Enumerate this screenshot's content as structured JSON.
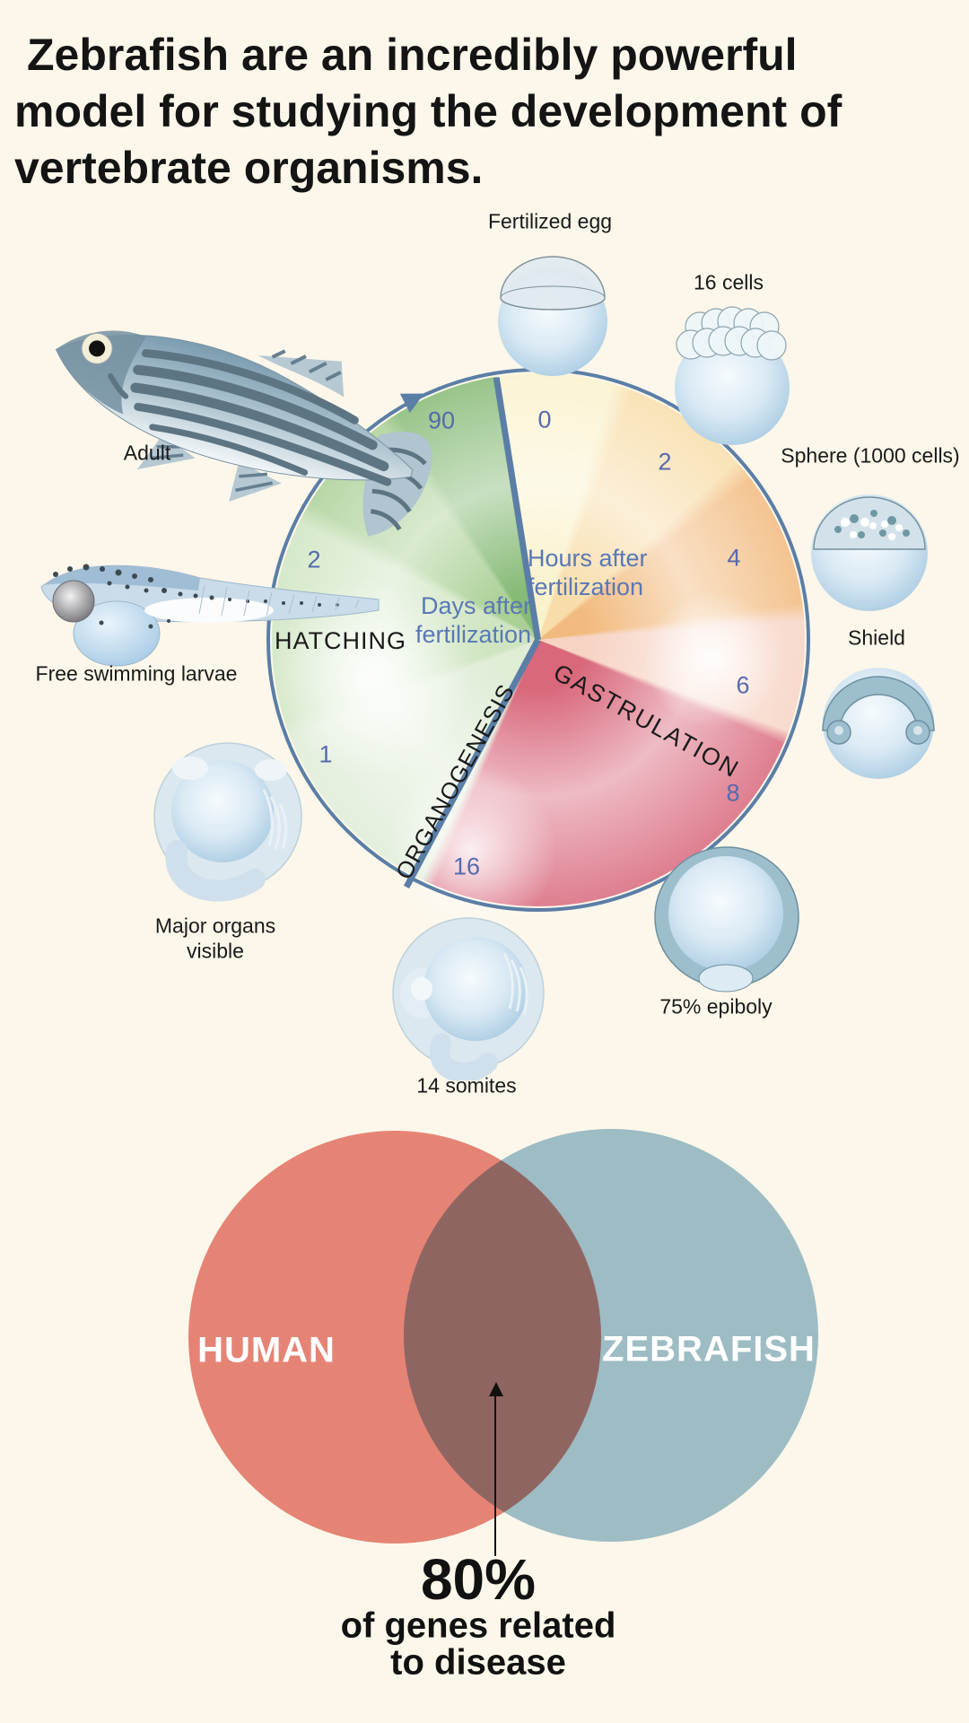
{
  "title": {
    "line1": "Zebrafish are an incredibly powerful",
    "line2": "model for studying the development of",
    "line3": "vertebrate organisms."
  },
  "cycle": {
    "type": "circular-developmental-timeline",
    "hours_axis_label_line1": "Hours after",
    "hours_axis_label_line2": "fertilization",
    "days_axis_label_line1": "Days after",
    "days_axis_label_line2": "fertilization",
    "phase_hatching": "HATCHING",
    "phase_gastrulation": "GASTRULATION",
    "phase_organogenesis": "ORGANOGENESIS",
    "ticks_hours": {
      "t0": "0",
      "t2": "2",
      "t4": "4",
      "t6": "6",
      "t8": "8",
      "t16": "16"
    },
    "ticks_days": {
      "d1": "1",
      "d2": "2",
      "d90": "90"
    },
    "stages": {
      "fertilized_egg": "Fertilized egg",
      "sixteen_cells": "16 cells",
      "sphere": "Sphere (1000 cells)",
      "shield": "Shield",
      "epiboly": "75% epiboly",
      "somites": "14 somites",
      "major_organs_line1": "Major organs",
      "major_organs_line2": "visible",
      "larvae": "Free swimming larvae",
      "adult": "Adult"
    }
  },
  "venn": {
    "left_label": "HUMAN",
    "right_label": "ZEBRAFISH",
    "stat_value": "80%",
    "stat_caption_line1": "of genes related",
    "stat_caption_line2": "to disease"
  },
  "colors": {
    "background": "#fcf7ea",
    "ring_blue": "#5b7ea6",
    "tick_blue": "#566aac",
    "axis_label_blue": "#5a78b4",
    "venn_pink": "#e8887f",
    "venn_blue": "#9fc2d6",
    "gastrulation_red": "#d9687c",
    "hatching_green": "#86ba76",
    "title_text": "#141414"
  }
}
